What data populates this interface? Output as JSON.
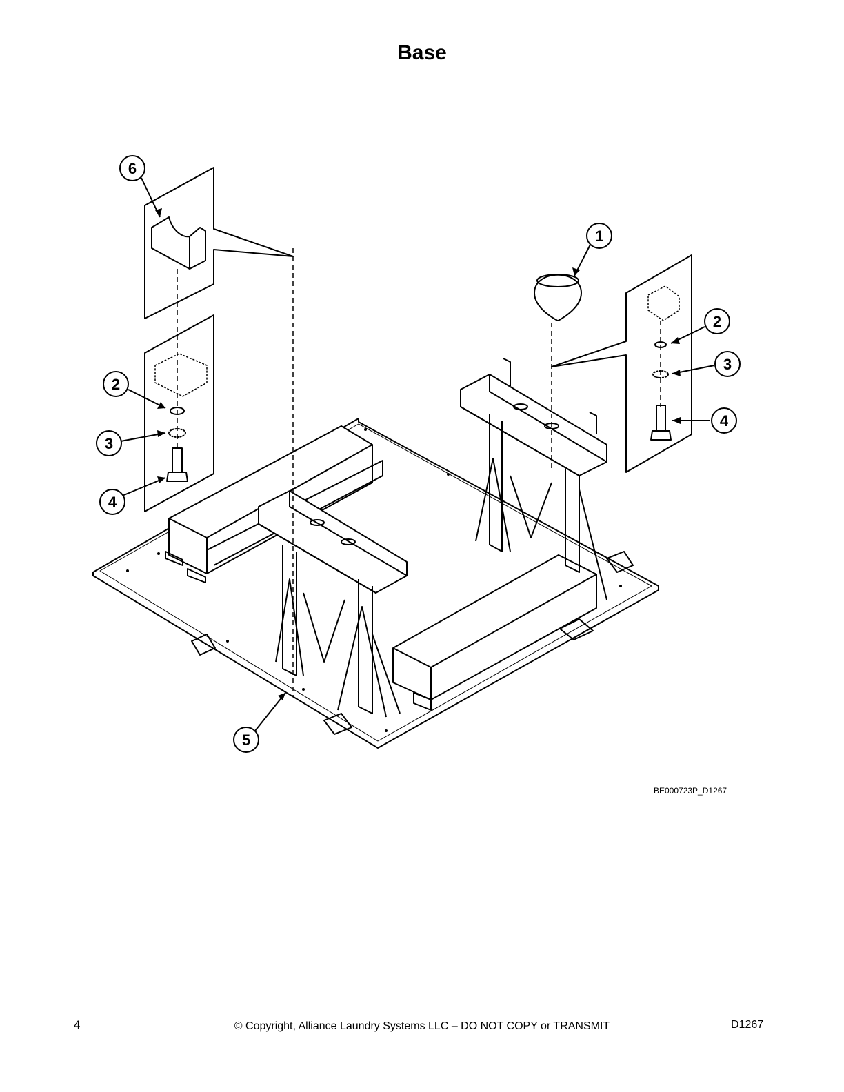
{
  "page": {
    "title": "Base",
    "figure_ref": "BE000723P_D1267",
    "page_number": "4",
    "copyright": "© Copyright, Alliance Laundry Systems LLC – DO NOT COPY or TRANSMIT",
    "doc_code": "D1267"
  },
  "callouts": [
    {
      "id": "callout-1",
      "label": "1"
    },
    {
      "id": "callout-2-right",
      "label": "2"
    },
    {
      "id": "callout-3-right",
      "label": "3"
    },
    {
      "id": "callout-4-right",
      "label": "4"
    },
    {
      "id": "callout-2-left",
      "label": "2"
    },
    {
      "id": "callout-3-left",
      "label": "3"
    },
    {
      "id": "callout-4-left",
      "label": "4"
    },
    {
      "id": "callout-5",
      "label": "5"
    },
    {
      "id": "callout-6",
      "label": "6"
    }
  ]
}
